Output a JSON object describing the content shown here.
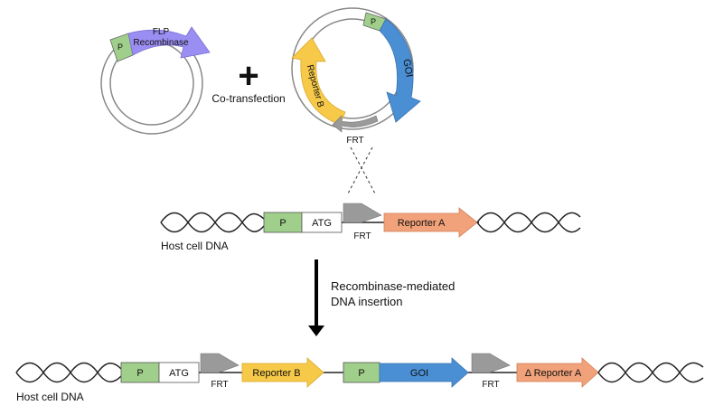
{
  "plasmid_flp": {
    "promoter": "P",
    "gene_line1": "FLP",
    "gene_line2": "Recombinase"
  },
  "plus_sign": "+",
  "cotransfection_label": "Co-transfection",
  "plasmid_goi": {
    "promoter": "P",
    "goi": "GOI",
    "reporter": "Reporter B",
    "site": "FRT"
  },
  "host_before": {
    "promoter": "P",
    "atg": "ATG",
    "frt": "FRT",
    "reporter": "Reporter A",
    "caption": "Host cell DNA"
  },
  "process": {
    "line1": "Recombinase-mediated",
    "line2": "DNA insertion"
  },
  "host_after": {
    "promoter1": "P",
    "atg": "ATG",
    "frt1": "FRT",
    "reporter": "Reporter B",
    "promoter2": "P",
    "goi": "GOI",
    "frt2": "FRT",
    "delta_reporter": "Δ Reporter A",
    "caption": "Host cell DNA"
  },
  "colors": {
    "promoter": "#9fcf8a",
    "flp": "#9b8ef2",
    "goi": "#4a8fd4",
    "reporter_b": "#f7c948",
    "reporter_a": "#f2a27a",
    "frt": "#9a9a9a"
  }
}
